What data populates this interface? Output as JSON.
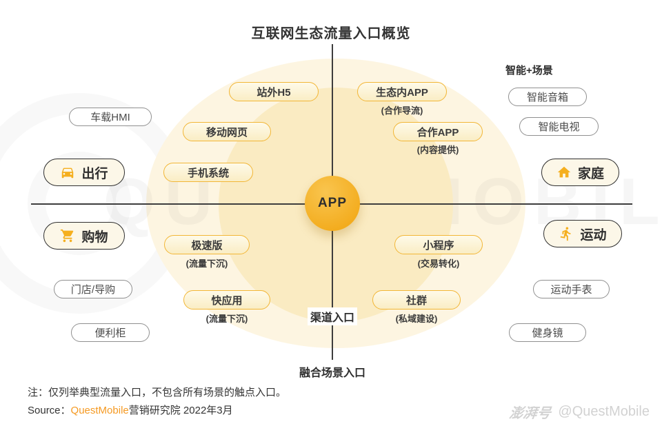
{
  "title": "互联网生态流量入口概览",
  "center": {
    "label": "APP"
  },
  "axes": {
    "channel_entry_label": "渠道入口",
    "fusion_entry_label": "融合场景入口"
  },
  "scene_header": "智能+场景",
  "quadrants": {
    "top_left": [
      {
        "label": "站外H5"
      },
      {
        "label": "移动网页"
      },
      {
        "label": "手机系统"
      }
    ],
    "top_right": [
      {
        "label": "生态内APP",
        "sub": "(合作导流)"
      },
      {
        "label": "合作APP",
        "sub": "(内容提供)"
      }
    ],
    "bottom_left": [
      {
        "label": "极速版",
        "sub": "(流量下沉)"
      },
      {
        "label": "快应用",
        "sub": "(流量下沉)"
      }
    ],
    "bottom_right": [
      {
        "label": "小程序",
        "sub": "(交易转化)"
      },
      {
        "label": "社群",
        "sub": "(私域建设)"
      }
    ]
  },
  "categories": [
    {
      "label": "出行",
      "icon": "car-icon"
    },
    {
      "label": "家庭",
      "icon": "home-icon"
    },
    {
      "label": "购物",
      "icon": "cart-icon"
    },
    {
      "label": "运动",
      "icon": "runner-icon"
    }
  ],
  "devices": [
    {
      "label": "车载HMI"
    },
    {
      "label": "智能音箱"
    },
    {
      "label": "智能电视"
    },
    {
      "label": "门店/导购"
    },
    {
      "label": "便利柜"
    },
    {
      "label": "运动手表"
    },
    {
      "label": "健身镜"
    }
  ],
  "footnote": "注：仅列举典型流量入口，不包含所有场景的触点入口。",
  "source": {
    "prefix": "Source：",
    "brand": "QuestMobile",
    "suffix": "营销研究院 2022年3月"
  },
  "watermark": {
    "logo": "澎湃号",
    "handle": "@QuestMobile",
    "background_text": "QUEST MOBILE"
  },
  "colors": {
    "accent_gold": "#F5AF1E",
    "pill_border_orange": "#F2B636",
    "pill_fill_cream": "#FAEDC4",
    "halo_outer": "#FDF5E1",
    "halo_inner": "#FAEBC2",
    "brand_orange": "#F59A23",
    "line_dark": "#3d3d3d"
  }
}
